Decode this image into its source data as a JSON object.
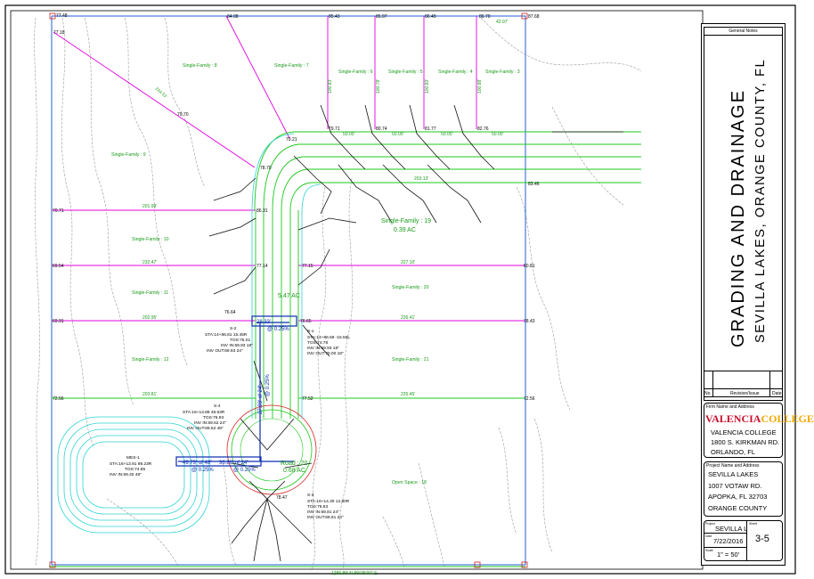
{
  "drawing": {
    "plan_labels": {
      "sf_top": [
        "Single-Family : 8",
        "Single-Family : 7",
        "Single-Family : 6",
        "Single-Family : 5",
        "Single-Family : 4",
        "Single-Family : 3"
      ],
      "sf_left": [
        "Single-Family : 9",
        "Single-Family : 10",
        "Single-Family : 11",
        "Single-Family : 12"
      ],
      "sf_right": [
        "Single-Family : 20",
        "Single-Family : 21"
      ],
      "sf19_name": "Single-Family : 19",
      "sf19_area": "0.39 AC",
      "center_area": "5.47 AC",
      "road_name": "Road : 20",
      "road_area": "0.68 AC",
      "open_space": "Open Space : 18"
    },
    "points": {
      "p7748": "77.48",
      "p7718": "77.18",
      "p8408": "84.08",
      "p8543": "85.43",
      "p8597": "85.97",
      "p8649": "86.49",
      "p8670": "86.70",
      "p8768": "87.68",
      "p7970": "79.70",
      "p7971": "79.71",
      "p8074": "80.74",
      "p8177": "81.77",
      "p8276": "82.76",
      "p7921": "79.21",
      "p7870": "78.70",
      "p8346": "83.46",
      "p7071": "70.71",
      "p8631": "86.31",
      "p6954": "69.54",
      "p7714": "77.14",
      "p7715": "77.15",
      "p8081": "80.81",
      "p7664": "76.64",
      "p6991": "69.91",
      "p7665": "76.65",
      "p7843": "78.43",
      "p7256": "72.56",
      "p7752": "77.52",
      "p7256b": "72.56",
      "p7847": "78.47"
    },
    "dims": {
      "d244": "244.51'",
      "d201": "201.99'",
      "d232": "232.47'",
      "d227": "227.10'",
      "d202": "202.95'",
      "d226": "226.41'",
      "d203a": "203.81'",
      "d225": "225.45'",
      "d203b": "203.13'",
      "d50a": "50.00'",
      "d50b": "50.00'",
      "d50c": "50.00'",
      "d50d": "50.00'",
      "d4297": "42.97'",
      "d100a": "100.83'",
      "d100b": "100.78'",
      "d100c": "100.83'",
      "d100d": "100.88'",
      "bottom": "1286.89' N 89°35'00\" E"
    },
    "structures": {
      "s1": [
        "S-1",
        "STA:14+86.59  -15.55L",
        "TOS:74.78",
        "INV IN:69.93  18\"",
        "INV OUT:70.00  18\""
      ],
      "s2": [
        "S-2",
        "STA:14+86.81  15.45R",
        "TOS:75.01",
        "INV IN:69.93  18\"",
        "INV OUT:69.93  24\""
      ],
      "s3": [
        "S-3",
        "STA:16+14.30  12.80R",
        "TOS:76.63",
        "INV IN:69.81  24\"",
        "INV OUT:69.81  24\""
      ],
      "s4": [
        "S-4",
        "STA:16+13.89  48.53R",
        "TOS:76.93",
        "INV IN:69.52  24\"",
        "INV OUT:69.52  48\""
      ],
      "mes": [
        "MES-1",
        "STA:16+13.91  98.23R",
        "TOS:74.85",
        "INV IN:69.40  48\""
      ],
      "pipe_label_a": "28.33'",
      "pipe_label_b": "@ 0.25%",
      "pipe_label_c": "49.73' of 48\"",
      "pipe_label_d": "@ 0.25%",
      "pipe_label_e": "36.86' of 24\"",
      "pipe_label_f": "@ 0.25%",
      "pipe_label_g": "27.93' of 24\"",
      "pipe_label_h": "@ 0.25%"
    }
  },
  "title_block": {
    "general_notes": "General Notes",
    "title_line1": "GRADING AND DRAINAGE",
    "title_line2": "SEVILLA LAKES, ORANGE COUNTY, FL",
    "rev_no": "No.",
    "rev_issue": "Revision/Issue",
    "rev_date": "Date",
    "firm_header": "Firm Name and Address",
    "logo_a": "VALENCIA",
    "logo_b": "COLLEGE",
    "firm_lines": [
      "VALENCIA COLLEGE",
      "1800 S. KIRKMAN RD.",
      "ORLANDO, FL"
    ],
    "project_header": "Project Name and Address",
    "project_lines": [
      "SEVILLA LAKES",
      "1007 VOTAW RD.",
      "APOPKA, FL 32703",
      "ORANGE COUNTY"
    ],
    "project_label": "Project",
    "project_value": "SEVILLA L",
    "sheet_label": "Sheet",
    "sheet_value": "3-5",
    "date_label": "Date",
    "date_value": "7/22/2016",
    "scale_label": "Scale",
    "scale_value": "1\" = 50'"
  },
  "colors": {
    "boundary": "#1f5fd6",
    "lot_lines": "#e000e0",
    "green_lines": "#1ec81e",
    "pond": "#2fd3d3",
    "contours": "#9a9a9a",
    "points": "#d02020",
    "pipe": "#0a2cb0"
  }
}
